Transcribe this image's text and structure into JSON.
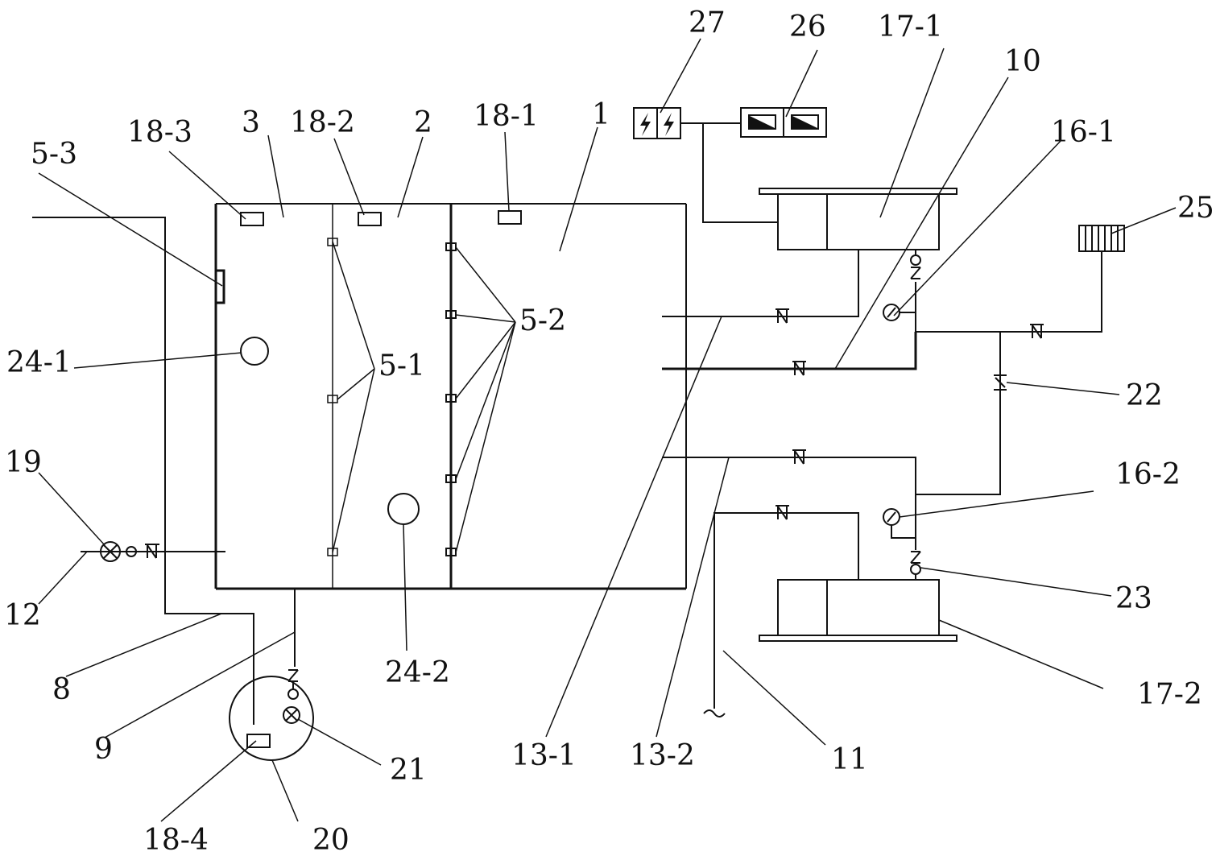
{
  "labels": {
    "l1": "1",
    "l2": "2",
    "l3": "3",
    "l5_1": "5-1",
    "l5_2": "5-2",
    "l5_3": "5-3",
    "l8": "8",
    "l9": "9",
    "l10": "10",
    "l11": "11",
    "l12": "12",
    "l13_1": "13-1",
    "l13_2": "13-2",
    "l16_1": "16-1",
    "l16_2": "16-2",
    "l17_1": "17-1",
    "l17_2": "17-2",
    "l18_1": "18-1",
    "l18_2": "18-2",
    "l18_3": "18-3",
    "l18_4": "18-4",
    "l19": "19",
    "l20": "20",
    "l21": "21",
    "l22": "22",
    "l23": "23",
    "l24_1": "24-1",
    "l24_2": "24-2",
    "l25": "25",
    "l26": "26",
    "l27": "27"
  },
  "icons": {
    "power_switch": "lightning-bolt",
    "indicator": "triangle-panel",
    "meter": "dial-gauge",
    "valve": "check-valve",
    "lamp": "cross-circle"
  }
}
